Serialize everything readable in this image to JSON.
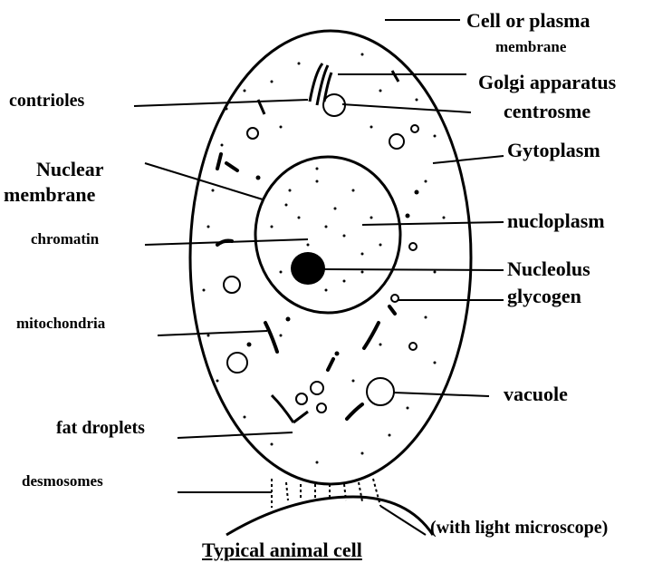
{
  "title": "Typical animal cell",
  "note": "(with light microscope)",
  "labels": {
    "cell_membrane_1": "Cell or plasma",
    "cell_membrane_2": "membrane",
    "golgi": "Golgi apparatus",
    "centrosome": "centrosme",
    "centrioles": "contrioles",
    "cytoplasm": "Gytoplasm",
    "nuclear_membrane_1": "Nuclear",
    "nuclear_membrane_2": "membrane",
    "nucleoplasm": "nucloplasm",
    "chromatin": "chromatin",
    "nucleolus": "Nucleolus",
    "glycogen": "glycogen",
    "mitochondria": "mitochondria",
    "vacuole": "vacuole",
    "fat_droplets": "fat droplets",
    "desmosomes": "desmosomes"
  }
}
